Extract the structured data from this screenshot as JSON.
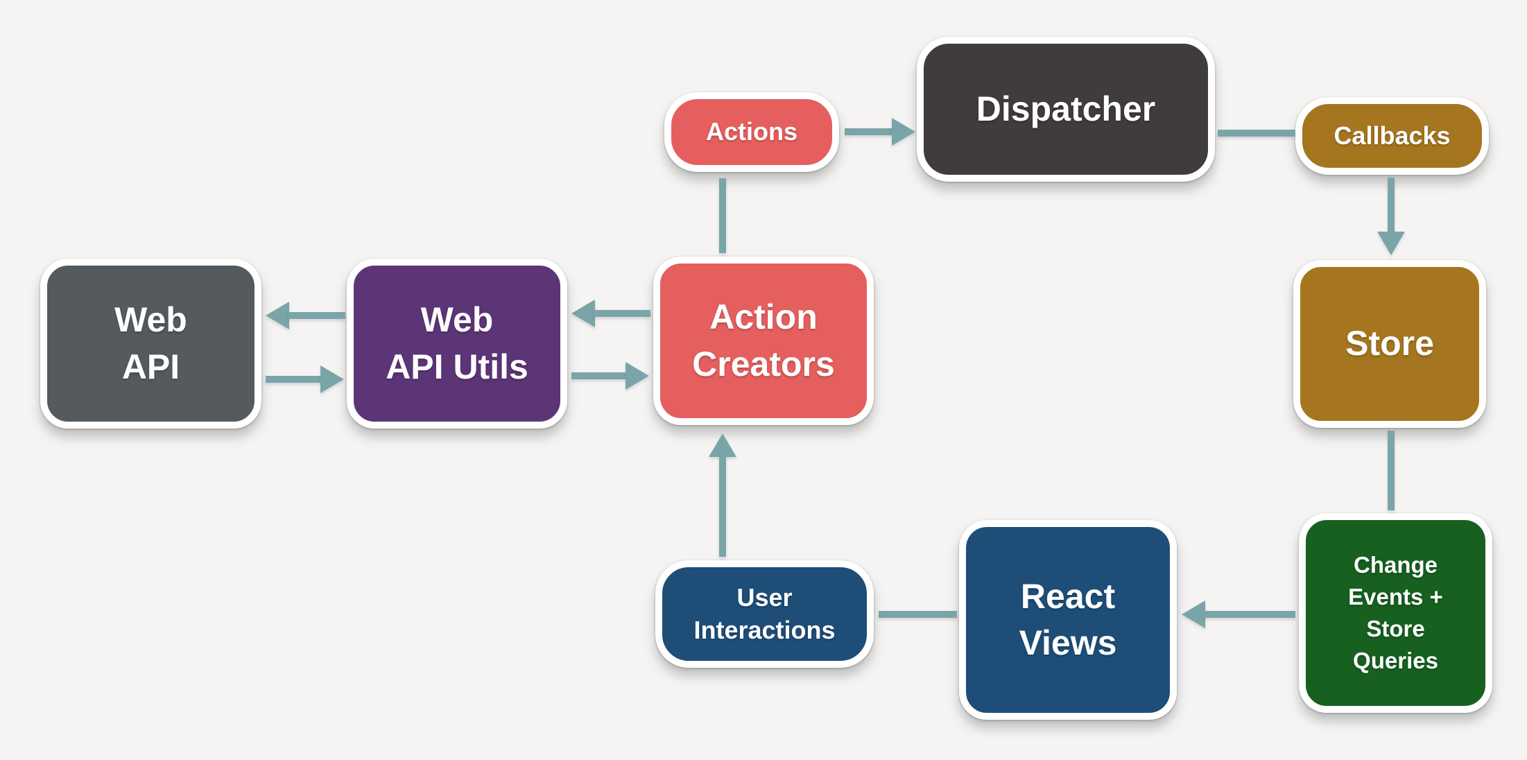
{
  "canvas": {
    "background_color": "#f5f4f3",
    "arrow_color": "#7aa5a8"
  },
  "nodes": {
    "actions": {
      "label": "Actions",
      "lines": [
        "Actions"
      ],
      "color": "#e55f5e",
      "shape": "pill"
    },
    "dispatcher": {
      "label": "Dispatcher",
      "lines": [
        "Dispatcher"
      ],
      "color": "#403b3c",
      "shape": "box"
    },
    "callbacks": {
      "label": "Callbacks",
      "lines": [
        "Callbacks"
      ],
      "color": "#a5761f",
      "shape": "pill"
    },
    "store": {
      "label": "Store",
      "lines": [
        "Store"
      ],
      "color": "#a5761f",
      "shape": "box"
    },
    "web_api": {
      "label": "Web API",
      "lines": [
        "Web",
        "API"
      ],
      "color": "#555a5f",
      "shape": "box"
    },
    "web_api_utils": {
      "label": "Web API Utils",
      "lines": [
        "Web",
        "API Utils"
      ],
      "color": "#5c3577",
      "shape": "box"
    },
    "action_creators": {
      "label": "Action Creators",
      "lines": [
        "Action",
        "Creators"
      ],
      "color": "#e55f5e",
      "shape": "box"
    },
    "user_interactions": {
      "label": "User Interactions",
      "lines": [
        "User",
        "Interactions"
      ],
      "color": "#1e4e78",
      "shape": "pill"
    },
    "react_views": {
      "label": "React Views",
      "lines": [
        "React",
        "Views"
      ],
      "color": "#1e4e78",
      "shape": "box"
    },
    "change_events": {
      "label": "Change Events + Store Queries",
      "lines": [
        "Change",
        "Events +",
        "Store",
        "Queries"
      ],
      "color": "#176020",
      "shape": "box"
    }
  },
  "connectors": [
    {
      "from": "actions",
      "to": "dispatcher",
      "arrowhead": true
    },
    {
      "from": "dispatcher",
      "to": "callbacks",
      "arrowhead": false
    },
    {
      "from": "callbacks",
      "to": "store",
      "arrowhead": true
    },
    {
      "from": "store",
      "to": "change_events",
      "arrowhead": false
    },
    {
      "from": "change_events",
      "to": "react_views",
      "arrowhead": true
    },
    {
      "from": "react_views",
      "to": "user_interactions",
      "arrowhead": false
    },
    {
      "from": "user_interactions",
      "to": "action_creators",
      "arrowhead": true
    },
    {
      "from": "action_creators",
      "to": "actions",
      "arrowhead": false
    },
    {
      "from": "action_creators",
      "to": "web_api_utils",
      "arrowhead": true
    },
    {
      "from": "web_api_utils",
      "to": "action_creators",
      "arrowhead": true
    },
    {
      "from": "web_api_utils",
      "to": "web_api",
      "arrowhead": true
    },
    {
      "from": "web_api",
      "to": "web_api_utils",
      "arrowhead": true
    }
  ]
}
